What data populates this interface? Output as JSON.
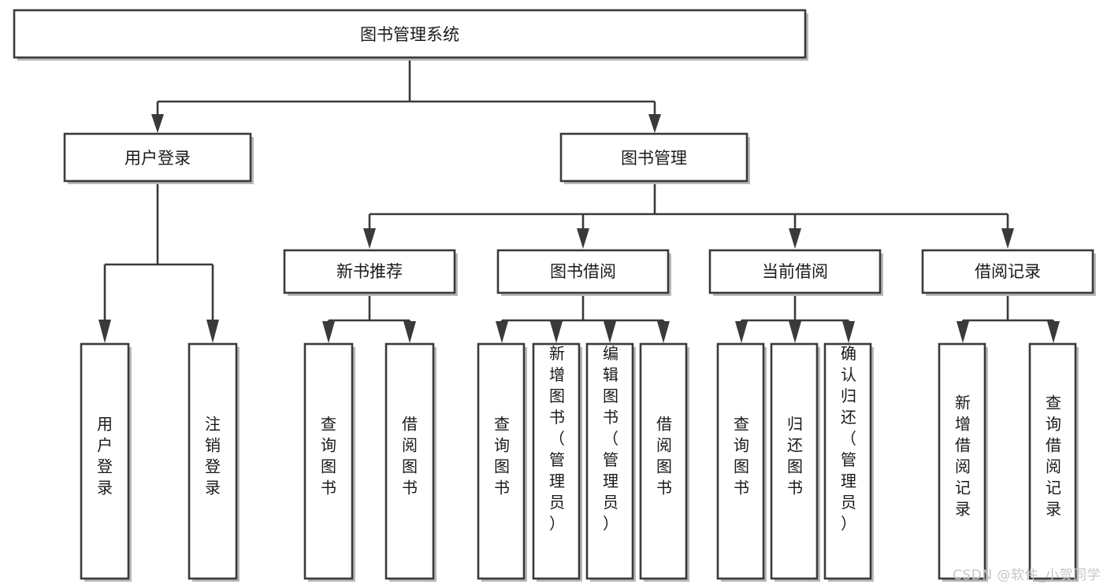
{
  "diagram": {
    "title": "图书管理系统",
    "watermark": "CSDN @软件_小贺同学",
    "colors": {
      "box_stroke": "#3a3a3a",
      "box_fill": "#ffffff",
      "text": "#1a1a1a",
      "connector": "#3a3a3a",
      "watermark": "#c6c6c6",
      "background": "#ffffff"
    },
    "root": {
      "label": "图书管理系统"
    },
    "level1": [
      {
        "label": "用户登录"
      },
      {
        "label": "图书管理"
      }
    ],
    "level2": [
      {
        "label": "新书推荐"
      },
      {
        "label": "图书借阅"
      },
      {
        "label": "当前借阅"
      },
      {
        "label": "借阅记录"
      }
    ],
    "leaves": {
      "user_login": [
        {
          "label": "用户登录"
        },
        {
          "label": "注销登录"
        }
      ],
      "new_book_recommend": [
        {
          "label": "查询图书"
        },
        {
          "label": "借阅图书"
        }
      ],
      "book_borrow": [
        {
          "label": "查询图书"
        },
        {
          "label": "新增图书（管理员）"
        },
        {
          "label": "编辑图书（管理员）"
        },
        {
          "label": "借阅图书"
        }
      ],
      "current_borrow": [
        {
          "label": "查询图书"
        },
        {
          "label": "归还图书"
        },
        {
          "label": "确认归还（管理员）"
        }
      ],
      "borrow_record": [
        {
          "label": "新增借阅记录"
        },
        {
          "label": "查询借阅记录"
        }
      ]
    }
  }
}
